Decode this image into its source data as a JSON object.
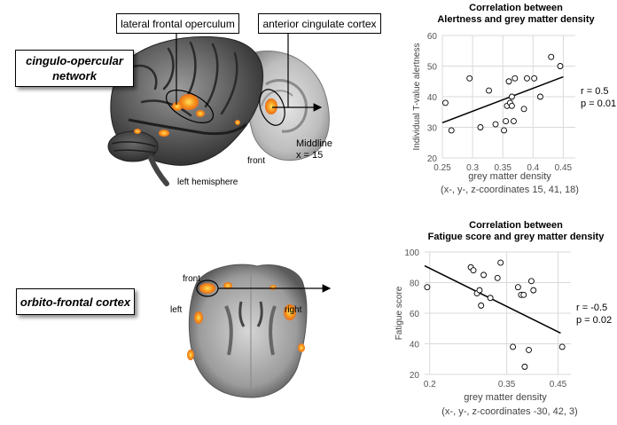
{
  "top": {
    "network_label_line1": "cingulo-opercular",
    "network_label_line2": "network",
    "label_lateral": "lateral frontal operculum",
    "label_acc": "anterior cingulate cortex",
    "label_hemisphere": "left hemisphere",
    "label_front": "front",
    "label_midline_1": "Middline",
    "label_midline_2": "x = 15"
  },
  "bottom": {
    "region_label": "orbito-frontal cortex",
    "label_front": "front",
    "label_left": "left",
    "label_right": "right"
  },
  "colors": {
    "activation": "#f7941d",
    "brain_dark": "#3a3a3a",
    "brain_light": "#9a9a9a"
  },
  "chart_data": [
    {
      "type": "scatter",
      "title_line1": "Correlation between",
      "title_line2": "Alertness and grey matter density",
      "xlabel": "grey matter density",
      "ylabel": "Individual T-value alertness",
      "caption": "(x-, y-, z-coordinates 15, 41, 18)",
      "xlim": [
        0.25,
        0.47
      ],
      "ylim": [
        20,
        60
      ],
      "xticks": [
        "0.25",
        "0.3",
        "0.35",
        "0.4",
        "0.45"
      ],
      "xtick_values": [
        0.25,
        0.3,
        0.35,
        0.4,
        0.45
      ],
      "yticks": [
        "20",
        "30",
        "40",
        "50",
        "60"
      ],
      "ytick_values": [
        20,
        30,
        40,
        50,
        60
      ],
      "grid": true,
      "points": [
        {
          "x": 0.255,
          "y": 38
        },
        {
          "x": 0.265,
          "y": 29
        },
        {
          "x": 0.295,
          "y": 46
        },
        {
          "x": 0.313,
          "y": 30
        },
        {
          "x": 0.327,
          "y": 42
        },
        {
          "x": 0.338,
          "y": 31
        },
        {
          "x": 0.352,
          "y": 29
        },
        {
          "x": 0.355,
          "y": 32
        },
        {
          "x": 0.357,
          "y": 37
        },
        {
          "x": 0.36,
          "y": 45
        },
        {
          "x": 0.362,
          "y": 38
        },
        {
          "x": 0.365,
          "y": 40
        },
        {
          "x": 0.365,
          "y": 37
        },
        {
          "x": 0.368,
          "y": 32
        },
        {
          "x": 0.37,
          "y": 46
        },
        {
          "x": 0.385,
          "y": 36
        },
        {
          "x": 0.39,
          "y": 46
        },
        {
          "x": 0.402,
          "y": 46
        },
        {
          "x": 0.412,
          "y": 40
        },
        {
          "x": 0.43,
          "y": 53
        },
        {
          "x": 0.445,
          "y": 50
        }
      ],
      "fit_line": [
        {
          "x": 0.25,
          "y": 31.5
        },
        {
          "x": 0.45,
          "y": 46.5
        }
      ],
      "r_text": "r = 0.5",
      "p_text": "p = 0.01"
    },
    {
      "type": "scatter",
      "title_line1": "Correlation between",
      "title_line2": "Fatigue score and grey matter density",
      "xlabel": "grey matter density",
      "ylabel": "Fatigue score",
      "caption": "(x-, y-, z-coordinates -30, 42, 3)",
      "xlim": [
        0.19,
        0.475
      ],
      "ylim": [
        20,
        100
      ],
      "xticks": [
        "0.2",
        "0.35",
        "0.45"
      ],
      "xtick_values": [
        0.2,
        0.35,
        0.45
      ],
      "yticks": [
        "20",
        "40",
        "60",
        "80",
        "100"
      ],
      "ytick_values": [
        20,
        40,
        60,
        80,
        100
      ],
      "grid": true,
      "points": [
        {
          "x": 0.195,
          "y": 77
        },
        {
          "x": 0.28,
          "y": 90
        },
        {
          "x": 0.285,
          "y": 88
        },
        {
          "x": 0.292,
          "y": 73
        },
        {
          "x": 0.297,
          "y": 75
        },
        {
          "x": 0.3,
          "y": 65
        },
        {
          "x": 0.305,
          "y": 85
        },
        {
          "x": 0.318,
          "y": 70
        },
        {
          "x": 0.332,
          "y": 83
        },
        {
          "x": 0.338,
          "y": 93
        },
        {
          "x": 0.362,
          "y": 38
        },
        {
          "x": 0.372,
          "y": 77
        },
        {
          "x": 0.378,
          "y": 72
        },
        {
          "x": 0.383,
          "y": 72
        },
        {
          "x": 0.385,
          "y": 25
        },
        {
          "x": 0.393,
          "y": 36
        },
        {
          "x": 0.398,
          "y": 81
        },
        {
          "x": 0.402,
          "y": 75
        },
        {
          "x": 0.458,
          "y": 38
        }
      ],
      "fit_line": [
        {
          "x": 0.19,
          "y": 91
        },
        {
          "x": 0.455,
          "y": 47
        }
      ],
      "r_text": "r = -0.5",
      "p_text": "p = 0.02"
    }
  ]
}
